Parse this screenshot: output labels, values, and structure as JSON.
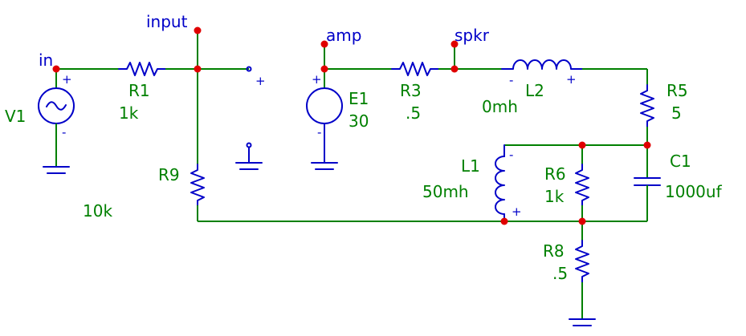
{
  "nets": {
    "in": "in",
    "input": "input",
    "amp": "amp",
    "spkr": "spkr"
  },
  "components": {
    "V1": {
      "ref": "V1"
    },
    "R1": {
      "ref": "R1",
      "value": "1k"
    },
    "R9": {
      "ref": "R9",
      "value": "10k"
    },
    "E1": {
      "ref": "E1",
      "value": "30"
    },
    "R3": {
      "ref": "R3",
      "value": ".5"
    },
    "L2": {
      "ref": "L2",
      "value": "0mh"
    },
    "R5": {
      "ref": "R5",
      "value": "5"
    },
    "C1": {
      "ref": "C1",
      "value": "1000uf"
    },
    "L1": {
      "ref": "L1",
      "value": "50mh"
    },
    "R6": {
      "ref": "R6",
      "value": "1k"
    },
    "R8": {
      "ref": "R8",
      "value": ".5"
    }
  },
  "polarity": {
    "plus": "+",
    "minus": "-"
  }
}
